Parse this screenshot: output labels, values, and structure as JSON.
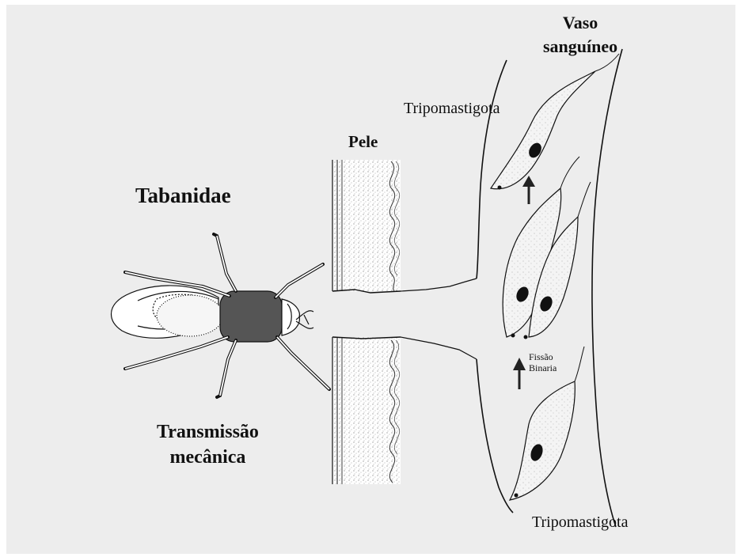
{
  "diagram": {
    "background": "#ededed",
    "ink": "#111111",
    "fly_thorax": "#555555",
    "labels": {
      "vector": "Tabanidae",
      "transmission_line1": "Transmissão",
      "transmission_line2": "mecânica",
      "skin": "Pele",
      "vessel_line1": "Vaso",
      "vessel_line2": "sanguíneo",
      "trypo_top": "Tripomastigota",
      "trypo_bottom": "Tripomastigota",
      "fission_line1": "Fissão",
      "fission_line2": "Binaria"
    }
  }
}
